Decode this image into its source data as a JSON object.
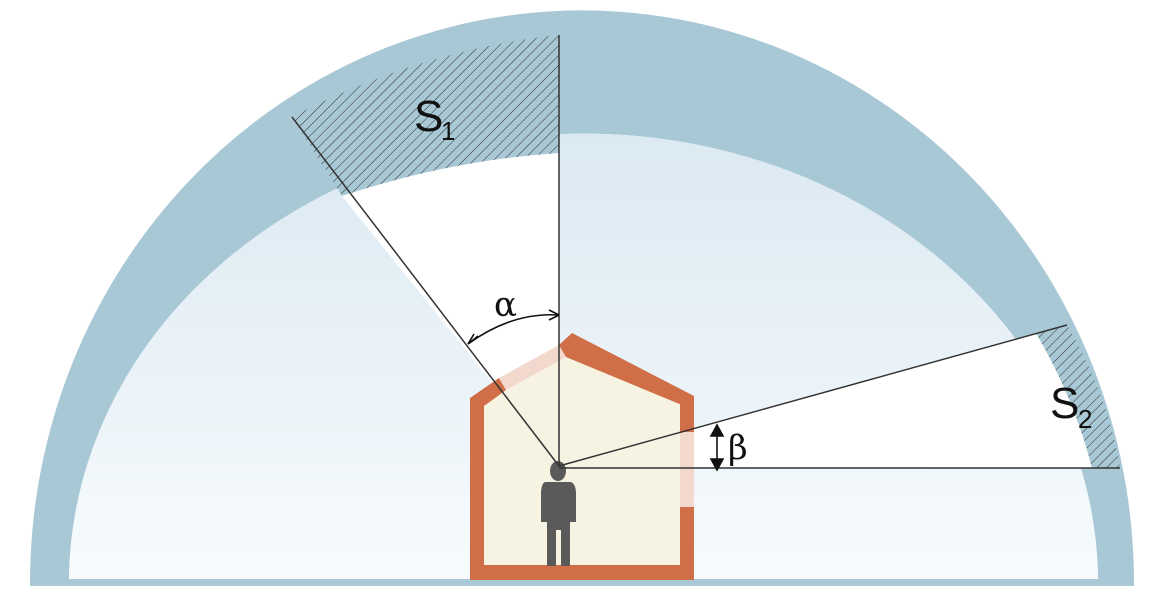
{
  "labels": {
    "region1_main": "S",
    "region1_sub": "1",
    "region2_main": "S",
    "region2_sub": "2",
    "angle1": "α",
    "angle2": "β"
  },
  "colors": {
    "sky_band": "#a9c8d6",
    "sky_inner_top": "#dbe9f2",
    "sky_inner_bottom": "#f7fbfd",
    "window_region": "#ffffff",
    "wall": "#d06f47",
    "window_glass": "#f3d8cd",
    "interior": "#f7f3e3",
    "person": "#5a5a5a",
    "ground": "#a9c8d6",
    "line": "#333333"
  },
  "icons": {
    "person": "person-silhouette-icon"
  }
}
